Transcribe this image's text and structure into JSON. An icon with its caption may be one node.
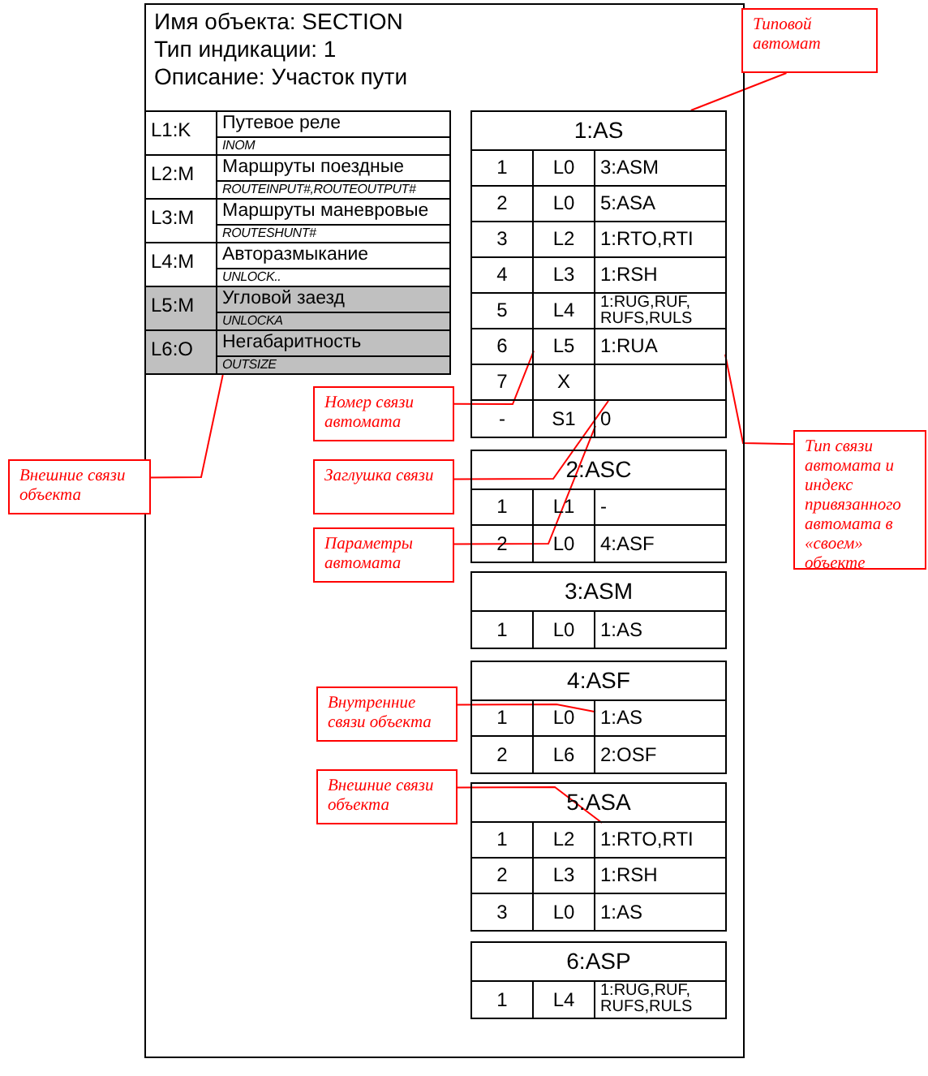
{
  "diagram": {
    "nodes": [
      {
        "text": [
          "Имя объекта: SECTION",
          "Тип индикации: 1",
          "Описание: Участок пути"
        ]
      },
      {
        "text": [
          "L1:K"
        ],
        "in": 0
      },
      {
        "text": [
          "Путевое реле"
        ],
        "in": 0
      },
      {
        "text": [
          "INOM"
        ],
        "in": 0
      },
      {
        "text": [
          "L2:M"
        ],
        "in": 0
      },
      {
        "text": [
          "Маршруты поездные"
        ],
        "in": 0
      },
      {
        "text": [
          "ROUTEINPUT#,ROUTEOUTPUT#"
        ],
        "in": 0
      },
      {
        "text": [
          "L3:M"
        ],
        "in": 0
      },
      {
        "text": [
          "Маршруты маневровые"
        ],
        "in": 0
      },
      {
        "text": [
          "ROUTESHUNT#"
        ],
        "in": 0
      },
      {
        "text": [
          "L4:M"
        ],
        "in": 0
      },
      {
        "text": [
          "Авторазмыкание"
        ],
        "in": 0
      },
      {
        "text": [
          "UNLOCK.."
        ],
        "in": 0
      },
      {
        "text": [
          "L5:M"
        ],
        "in": 0
      },
      {
        "text": [
          "Угловой заезд"
        ],
        "in": 0
      },
      {
        "text": [
          "UNLOCKA"
        ],
        "in": 0
      },
      {
        "text": [
          "L6:O"
        ],
        "in": 0
      },
      {
        "text": [
          "Негабаритность"
        ],
        "in": 0
      },
      {
        "text": [
          "OUTSIZE"
        ],
        "in": 0
      },
      {
        "text": [
          "1:AS"
        ],
        "in": 0
      },
      {
        "text": [
          "1"
        ],
        "in": 19
      },
      {
        "text": [
          "L0"
        ],
        "in": 19
      },
      {
        "text": [
          "3:ASM"
        ],
        "in": 19
      },
      {
        "text": [
          "2"
        ],
        "in": 19
      },
      {
        "text": [
          "L0"
        ],
        "in": 19
      },
      {
        "text": [
          "5:ASA"
        ],
        "in": 19
      },
      {
        "text": [
          "3"
        ],
        "in": 19
      },
      {
        "text": [
          "L2"
        ],
        "in": 19
      },
      {
        "text": [
          "1:RTO,RTI"
        ],
        "in": 19
      },
      {
        "text": [
          "4"
        ],
        "in": 19
      },
      {
        "text": [
          "L3"
        ],
        "in": 19
      },
      {
        "text": [
          "1:RSH"
        ],
        "in": 19
      },
      {
        "text": [
          "5"
        ],
        "in": 19
      },
      {
        "text": [
          "L4"
        ],
        "in": 19
      },
      {
        "text": [
          "1:RUG,RUF, RUFS,RULS"
        ],
        "in": 19
      },
      {
        "text": [
          "6"
        ],
        "in": 19
      },
      {
        "text": [
          "L5"
        ],
        "in": 19
      },
      {
        "text": [
          "1:RUA"
        ],
        "in": 19
      },
      {
        "text": [
          "7"
        ],
        "in": 19
      },
      {
        "text": [
          "X"
        ],
        "in": 19
      },
      {
        "text": [],
        "shape": "box",
        "in": 19
      },
      {
        "text": [
          "-"
        ],
        "in": 19
      },
      {
        "text": [
          "S1"
        ],
        "in": 19
      },
      {
        "text": [
          "0"
        ],
        "in": 19
      },
      {
        "text": [
          "2:ASC"
        ],
        "in": 0
      },
      {
        "text": [
          "1"
        ],
        "in": 44
      },
      {
        "text": [
          "L1"
        ],
        "in": 44
      },
      {
        "text": [
          "-"
        ],
        "in": 44
      },
      {
        "text": [
          "2"
        ],
        "in": 44
      },
      {
        "text": [
          "L0"
        ],
        "in": 44
      },
      {
        "text": [
          "4:ASF"
        ],
        "in": 44
      },
      {
        "text": [
          "3:ASM"
        ],
        "in": 0
      },
      {
        "text": [
          "1"
        ],
        "in": 51
      },
      {
        "text": [
          "L0"
        ],
        "in": 51
      },
      {
        "text": [
          "1:AS"
        ],
        "in": 51
      },
      {
        "text": [
          "4:ASF"
        ],
        "in": 0
      },
      {
        "text": [
          "1"
        ],
        "in": 55
      },
      {
        "text": [
          "L0"
        ],
        "in": 55
      },
      {
        "text": [
          "1:AS"
        ],
        "in": 55
      },
      {
        "text": [
          "2"
        ],
        "in": 55
      },
      {
        "text": [
          "L6"
        ],
        "in": 55
      },
      {
        "text": [
          "2:OSF"
        ],
        "in": 55
      },
      {
        "text": [
          "5:ASA"
        ],
        "in": 0
      },
      {
        "text": [
          "1"
        ],
        "in": 62
      },
      {
        "text": [
          "L2"
        ],
        "in": 62
      },
      {
        "text": [
          "1:RTO,RTI"
        ],
        "in": 62
      },
      {
        "text": [
          "2"
        ],
        "in": 62
      },
      {
        "text": [
          "L3"
        ],
        "in": 62
      },
      {
        "text": [
          "1:RSH"
        ],
        "in": 62
      },
      {
        "text": [
          "3"
        ],
        "in": 62
      },
      {
        "text": [
          "L0"
        ],
        "in": 62
      },
      {
        "text": [
          "1:AS"
        ],
        "in": 62
      },
      {
        "text": [
          "6:ASP"
        ],
        "in": 0
      },
      {
        "text": [
          "1"
        ],
        "in": 72
      },
      {
        "text": [
          "L4"
        ],
        "in": 72
      },
      {
        "text": [
          "1:RUG,RUF, RUFS,RULS"
        ],
        "in": 72
      },
      {
        "text": [
          "Типовой автомат"
        ]
      },
      {
        "text": [
          "Тип связи автомата и индекс привязанного автомата в «своем» объекте"
        ]
      },
      {
        "text": [
          "Номер связи автомата"
        ],
        "in": 0
      },
      {
        "text": [
          "Заглушка связи"
        ],
        "in": 0
      },
      {
        "text": [
          "Параметры автомата"
        ],
        "in": 0
      },
      {
        "text": [
          "Внешние связи объекта"
        ]
      },
      {
        "text": [
          "Внутренние связи объекта"
        ],
        "in": 0
      },
      {
        "text": [
          "Внешние связи объекта"
        ],
        "in": 0
      }
    ],
    "edges": [
      {
        "from": 76,
        "to": 19,
        "arrow": "none"
      },
      {
        "from": 77,
        "to": 37,
        "arrow": "none"
      },
      {
        "from": 78,
        "to": 36,
        "arrow": "none"
      },
      {
        "from": 79,
        "to": 40,
        "arrow": "none"
      },
      {
        "from": 80,
        "to": 43,
        "arrow": "none"
      },
      {
        "from": 81,
        "to": 18,
        "arrow": "none"
      },
      {
        "from": 82,
        "to": 58,
        "arrow": "none"
      },
      {
        "from": 83,
        "to": 65,
        "arrow": "none"
      }
    ]
  }
}
